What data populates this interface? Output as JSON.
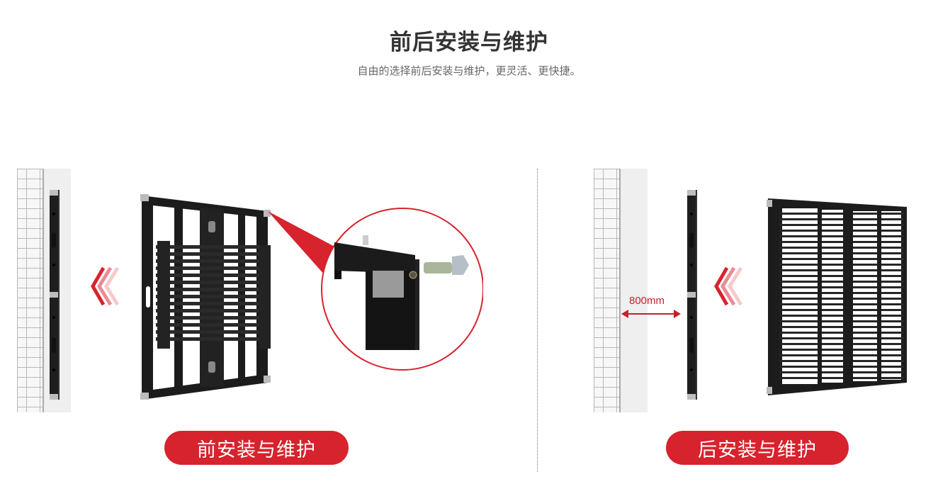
{
  "header": {
    "title": "前后安装与维护",
    "subtitle": "自由的选择前后安装与维护，更灵活、更快捷。"
  },
  "colors": {
    "accent_red": "#d7232d",
    "title_text": "#333333",
    "subtitle_text": "#666666",
    "panel_black": "#1e1e1e",
    "wall_gray": "#efefef"
  },
  "sections": [
    {
      "id": "front",
      "button_label": "前安装与维护",
      "illustration": [
        "brick-wall",
        "side-view-panel",
        "install-direction-chevrons",
        "led-panel-front",
        "zoom-callout-bolt-detail"
      ]
    },
    {
      "id": "rear",
      "button_label": "后安装与维护",
      "dimension_label": "800mm",
      "illustration": [
        "brick-wall",
        "maintenance-gap-arrow",
        "side-view-panel",
        "install-direction-chevrons",
        "led-panel-rear"
      ]
    }
  ]
}
